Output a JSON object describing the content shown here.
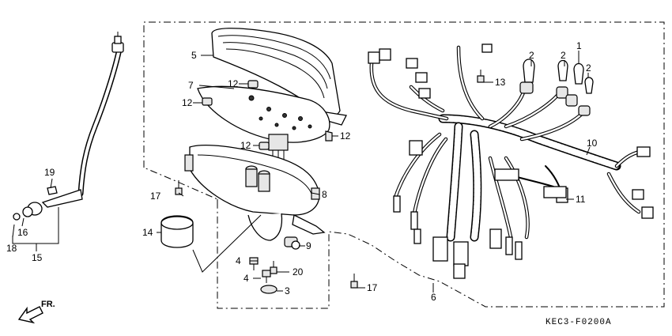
{
  "diagram": {
    "code": "KEC3-F0200A",
    "direction_label": "FR.",
    "callouts": [
      "1",
      "2",
      "2",
      "2",
      "3",
      "4",
      "4",
      "5",
      "6",
      "7",
      "8",
      "9",
      "10",
      "11",
      "12",
      "12",
      "12",
      "12",
      "13",
      "14",
      "15",
      "16",
      "17",
      "17",
      "18",
      "19",
      "20"
    ]
  }
}
